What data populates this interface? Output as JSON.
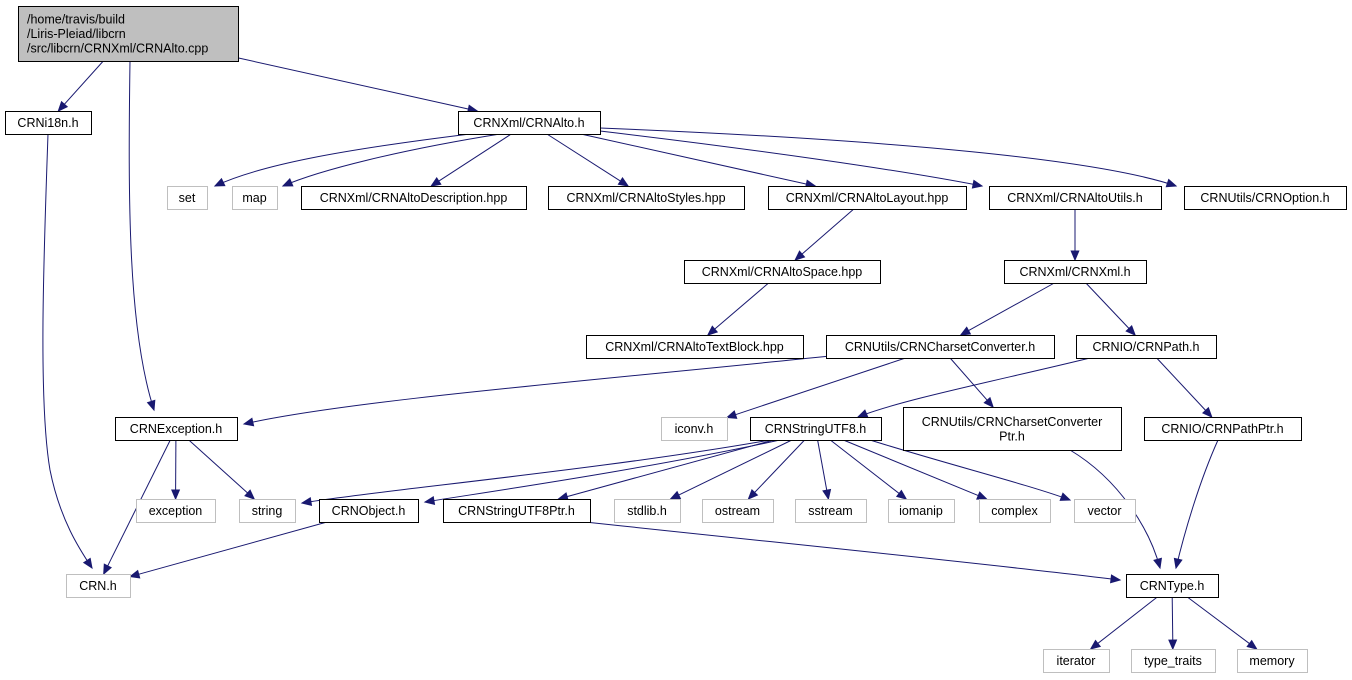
{
  "colors": {
    "edge": "#191970",
    "root_fill": "#bfbfbf",
    "node_border": "#000000",
    "external_border": "#bfbfbf",
    "text": "#000000"
  },
  "nodes": [
    {
      "id": "root",
      "lines": [
        "/home/travis/build",
        "/Liris-Pleiad/libcrn",
        "/src/libcrn/CRNXml/CRNAlto.cpp"
      ],
      "kind": "root"
    },
    {
      "id": "crni18n",
      "lines": [
        "CRNi18n.h"
      ],
      "kind": "file"
    },
    {
      "id": "alto_h",
      "lines": [
        "CRNXml/CRNAlto.h"
      ],
      "kind": "file"
    },
    {
      "id": "set",
      "lines": [
        "set"
      ],
      "kind": "external"
    },
    {
      "id": "map",
      "lines": [
        "map"
      ],
      "kind": "external"
    },
    {
      "id": "alto_desc",
      "lines": [
        "CRNXml/CRNAltoDescription.hpp"
      ],
      "kind": "file"
    },
    {
      "id": "alto_styles",
      "lines": [
        "CRNXml/CRNAltoStyles.hpp"
      ],
      "kind": "file"
    },
    {
      "id": "alto_layout",
      "lines": [
        "CRNXml/CRNAltoLayout.hpp"
      ],
      "kind": "file"
    },
    {
      "id": "alto_utils",
      "lines": [
        "CRNXml/CRNAltoUtils.h"
      ],
      "kind": "file"
    },
    {
      "id": "crnoption",
      "lines": [
        "CRNUtils/CRNOption.h"
      ],
      "kind": "file"
    },
    {
      "id": "alto_space",
      "lines": [
        "CRNXml/CRNAltoSpace.hpp"
      ],
      "kind": "file"
    },
    {
      "id": "crnxml",
      "lines": [
        "CRNXml/CRNXml.h"
      ],
      "kind": "file"
    },
    {
      "id": "alto_textblock",
      "lines": [
        "CRNXml/CRNAltoTextBlock.hpp"
      ],
      "kind": "file"
    },
    {
      "id": "charset_conv",
      "lines": [
        "CRNUtils/CRNCharsetConverter.h"
      ],
      "kind": "file"
    },
    {
      "id": "crnpath",
      "lines": [
        "CRNIO/CRNPath.h"
      ],
      "kind": "file"
    },
    {
      "id": "crnexception",
      "lines": [
        "CRNException.h"
      ],
      "kind": "file"
    },
    {
      "id": "iconv",
      "lines": [
        "iconv.h"
      ],
      "kind": "external"
    },
    {
      "id": "stringutf8",
      "lines": [
        "CRNStringUTF8.h"
      ],
      "kind": "file"
    },
    {
      "id": "charset_conv_ptr",
      "lines": [
        "CRNUtils/CRNCharsetConverter",
        "Ptr.h"
      ],
      "kind": "file"
    },
    {
      "id": "crnpathptr",
      "lines": [
        "CRNIO/CRNPathPtr.h"
      ],
      "kind": "file"
    },
    {
      "id": "exception",
      "lines": [
        "exception"
      ],
      "kind": "external"
    },
    {
      "id": "string",
      "lines": [
        "string"
      ],
      "kind": "external"
    },
    {
      "id": "crnobject",
      "lines": [
        "CRNObject.h"
      ],
      "kind": "file"
    },
    {
      "id": "stringutf8ptr",
      "lines": [
        "CRNStringUTF8Ptr.h"
      ],
      "kind": "file"
    },
    {
      "id": "stdlib",
      "lines": [
        "stdlib.h"
      ],
      "kind": "external"
    },
    {
      "id": "ostream",
      "lines": [
        "ostream"
      ],
      "kind": "external"
    },
    {
      "id": "sstream",
      "lines": [
        "sstream"
      ],
      "kind": "external"
    },
    {
      "id": "iomanip",
      "lines": [
        "iomanip"
      ],
      "kind": "external"
    },
    {
      "id": "complex",
      "lines": [
        "complex"
      ],
      "kind": "external"
    },
    {
      "id": "vector",
      "lines": [
        "vector"
      ],
      "kind": "external"
    },
    {
      "id": "crn_h",
      "lines": [
        "CRN.h"
      ],
      "kind": "external"
    },
    {
      "id": "crntype",
      "lines": [
        "CRNType.h"
      ],
      "kind": "file"
    },
    {
      "id": "iterator",
      "lines": [
        "iterator"
      ],
      "kind": "external"
    },
    {
      "id": "type_traits",
      "lines": [
        "type_traits"
      ],
      "kind": "external"
    },
    {
      "id": "memory",
      "lines": [
        "memory"
      ],
      "kind": "external"
    }
  ],
  "edges": [
    {
      "from": "root",
      "to": "crni18n"
    },
    {
      "from": "root",
      "to": "alto_h"
    },
    {
      "from": "root",
      "to": "crnexception"
    },
    {
      "from": "crni18n",
      "to": "crn_h"
    },
    {
      "from": "alto_h",
      "to": "set"
    },
    {
      "from": "alto_h",
      "to": "map"
    },
    {
      "from": "alto_h",
      "to": "alto_desc"
    },
    {
      "from": "alto_h",
      "to": "alto_styles"
    },
    {
      "from": "alto_h",
      "to": "alto_layout"
    },
    {
      "from": "alto_h",
      "to": "alto_utils"
    },
    {
      "from": "alto_h",
      "to": "crnoption"
    },
    {
      "from": "alto_layout",
      "to": "alto_space"
    },
    {
      "from": "alto_space",
      "to": "alto_textblock"
    },
    {
      "from": "alto_utils",
      "to": "crnxml"
    },
    {
      "from": "crnxml",
      "to": "charset_conv"
    },
    {
      "from": "crnxml",
      "to": "crnpath"
    },
    {
      "from": "charset_conv",
      "to": "crnexception"
    },
    {
      "from": "charset_conv",
      "to": "iconv"
    },
    {
      "from": "charset_conv",
      "to": "charset_conv_ptr"
    },
    {
      "from": "crnpath",
      "to": "stringutf8"
    },
    {
      "from": "crnpath",
      "to": "crnpathptr"
    },
    {
      "from": "crnexception",
      "to": "exception"
    },
    {
      "from": "crnexception",
      "to": "string"
    },
    {
      "from": "crnexception",
      "to": "crn_h"
    },
    {
      "from": "stringutf8",
      "to": "string"
    },
    {
      "from": "stringutf8",
      "to": "crnobject"
    },
    {
      "from": "stringutf8",
      "to": "stringutf8ptr"
    },
    {
      "from": "stringutf8",
      "to": "stdlib"
    },
    {
      "from": "stringutf8",
      "to": "ostream"
    },
    {
      "from": "stringutf8",
      "to": "sstream"
    },
    {
      "from": "stringutf8",
      "to": "iomanip"
    },
    {
      "from": "stringutf8",
      "to": "complex"
    },
    {
      "from": "stringutf8",
      "to": "vector"
    },
    {
      "from": "crnobject",
      "to": "crn_h"
    },
    {
      "from": "stringutf8ptr",
      "to": "crntype"
    },
    {
      "from": "charset_conv_ptr",
      "to": "crntype"
    },
    {
      "from": "crnpathptr",
      "to": "crntype"
    },
    {
      "from": "crntype",
      "to": "iterator"
    },
    {
      "from": "crntype",
      "to": "type_traits"
    },
    {
      "from": "crntype",
      "to": "memory"
    }
  ]
}
